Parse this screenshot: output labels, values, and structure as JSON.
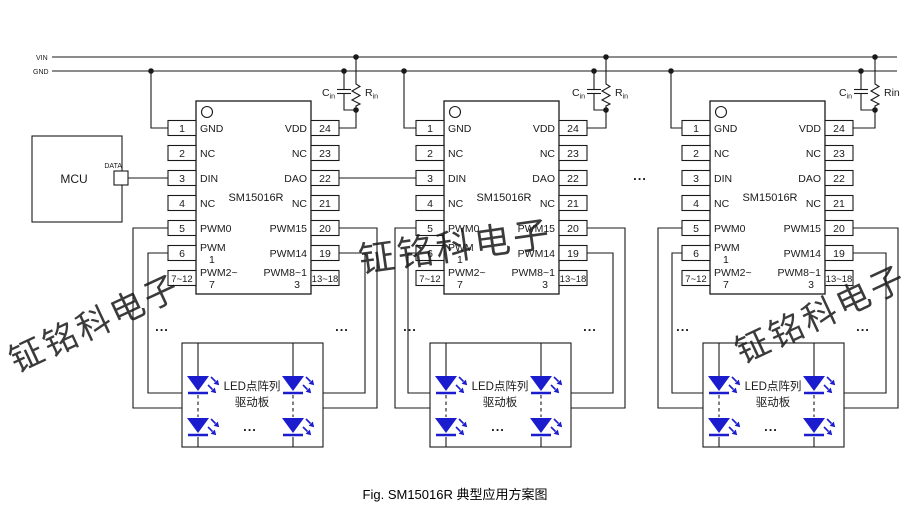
{
  "rails": {
    "vin": "VIN",
    "gnd": "GND"
  },
  "mcu": {
    "label": "MCU",
    "port": "DATA"
  },
  "chip": {
    "name": "SM15016R",
    "left_pins": [
      {
        "num": "1",
        "label": "GND"
      },
      {
        "num": "2",
        "label": "NC"
      },
      {
        "num": "3",
        "label": "DIN"
      },
      {
        "num": "4",
        "label": "NC"
      },
      {
        "num": "5",
        "label": "PWM0"
      },
      {
        "num": "6",
        "label": "PWM",
        "label2": "1"
      },
      {
        "num": "7~12",
        "label": "PWM2~",
        "label2": "7"
      }
    ],
    "right_pins": [
      {
        "num": "24",
        "label": "VDD"
      },
      {
        "num": "23",
        "label": "NC"
      },
      {
        "num": "22",
        "label": "DAO"
      },
      {
        "num": "21",
        "label": "NC"
      },
      {
        "num": "20",
        "label": "PWM15"
      },
      {
        "num": "19",
        "label": "PWM14"
      },
      {
        "num": "13~18",
        "label": "PWM8~1",
        "label2": "3"
      }
    ]
  },
  "components": {
    "cap_main": "C",
    "cap_sub": "in",
    "res_main": "R",
    "res_sub": "in",
    "res_plain": "Rin"
  },
  "led_board": {
    "line1": "LED点阵列",
    "line2": "驱动板"
  },
  "ellipsis": "...",
  "watermark": "钲铭科电子",
  "caption": "Fig. SM15016R 典型应用方案图",
  "colors": {
    "led": "#1c1ccf",
    "wire": "#1a1a1a",
    "watermark_dark": "#8e8e8e",
    "watermark_mid": "#9d9d9d",
    "watermark_light": "#cccccc"
  }
}
